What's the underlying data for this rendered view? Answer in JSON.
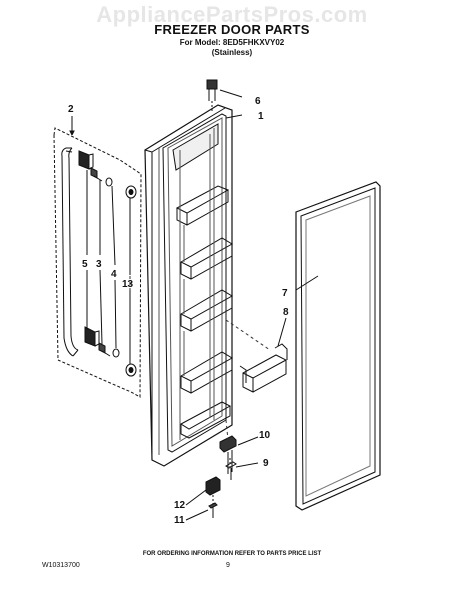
{
  "watermark": "AppliancePartsPros.com",
  "header": {
    "title": "FREEZER DOOR PARTS",
    "model_line": "For Model: 8ED5FHKXVY02",
    "finish_line": "(Stainless)"
  },
  "callouts": {
    "c1": "1",
    "c2": "2",
    "c3": "3",
    "c4": "4",
    "c5": "5",
    "c6": "6",
    "c7": "7",
    "c8": "8",
    "c9": "9",
    "c10": "10",
    "c11": "11",
    "c12": "12",
    "c13": "13"
  },
  "footer": {
    "ordering_note": "FOR ORDERING INFORMATION REFER TO PARTS PRICE LIST",
    "document_number": "W10313700",
    "page_number": "9"
  }
}
